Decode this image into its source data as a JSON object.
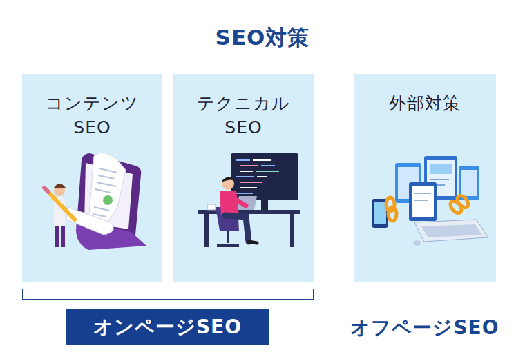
{
  "diagram": {
    "title": "SEO対策",
    "nodes": [
      {
        "text": [
          "コンテンツ SEO"
        ]
      },
      {
        "text": [
          "テクニカル SEO"
        ]
      },
      {
        "text": [
          "外部対策"
        ]
      },
      {
        "text": [
          "オンページSEO"
        ]
      }
    ],
    "labels": [
      "オフページSEO"
    ]
  }
}
